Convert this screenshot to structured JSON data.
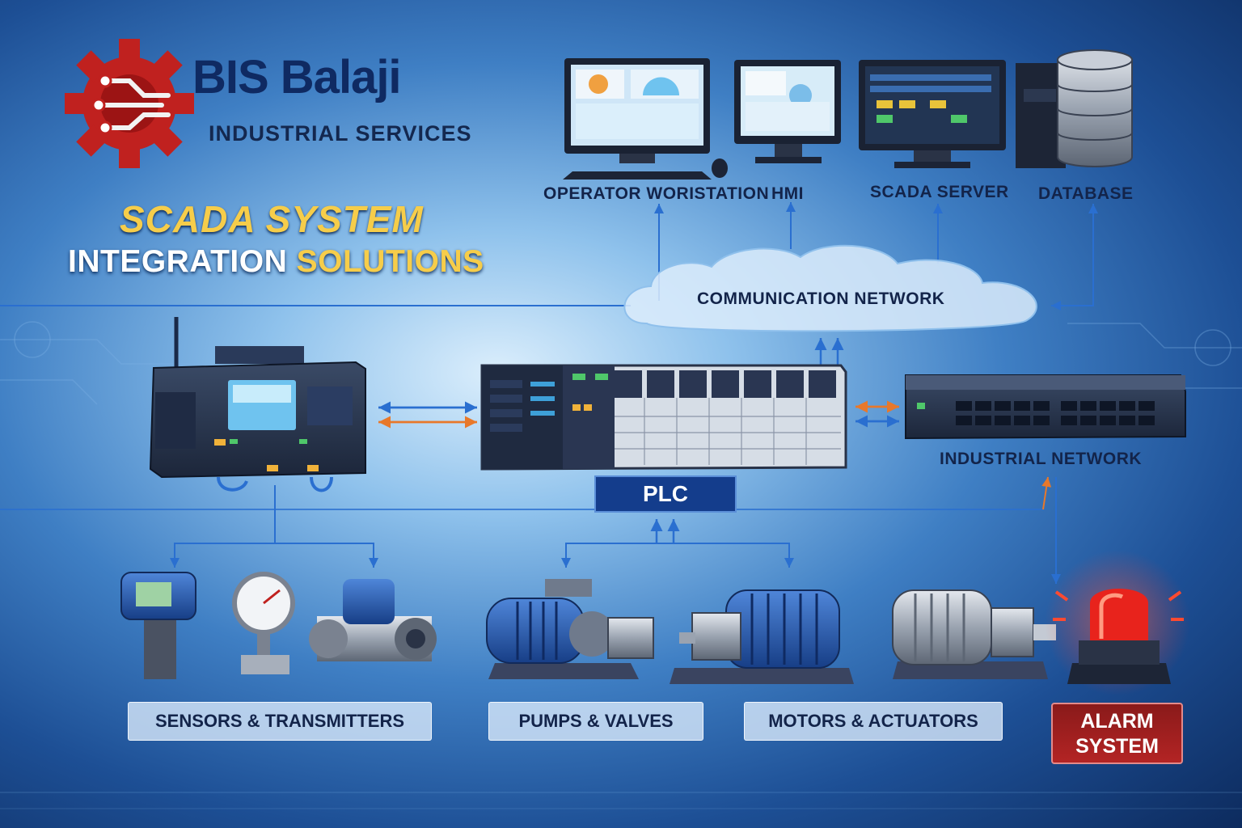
{
  "brand": {
    "name": "BIS Balaji",
    "subtitle": "INDUSTRIAL SERVICES"
  },
  "title": {
    "line1": "SCADA SYSTEM",
    "line2_white": "INTEGRATION ",
    "line2_gold": "SOLUTIONS"
  },
  "top_tier": {
    "operator_workstation": "OPERATOR WORISTATION",
    "hmi": "HMI",
    "scada_server": "SCADA SERVER",
    "database": "DATABASE"
  },
  "network": {
    "communication": "COMMUNICATION NETWORK",
    "industrial": "INDUSTRIAL NETWORK"
  },
  "plc": {
    "label": "PLC"
  },
  "field_devices": {
    "sensors": "SENSORS & TRANSMITTERS",
    "pumps": "PUMPS & VALVES",
    "motors": "MOTORS & ACTUATORS",
    "alarm_line1": "ALARM",
    "alarm_line2": "SYSTEM"
  },
  "colors": {
    "brand_red": "#c0211f",
    "brand_navy": "#0f2a62",
    "title_gold": "#f6cd4a",
    "flow_orange": "#e8782a",
    "flow_blue": "#2a6fd0"
  }
}
